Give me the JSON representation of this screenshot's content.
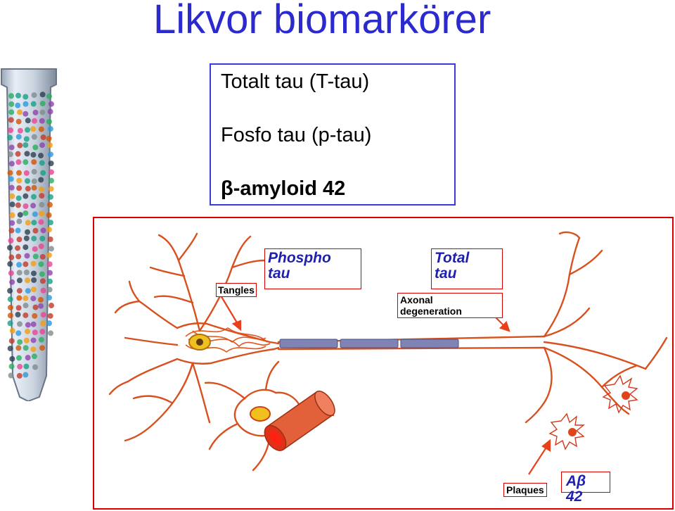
{
  "slide": {
    "title": "Likvor biomarkörer",
    "markers": [
      "Totalt tau (T-tau)",
      "Fosfo tau (p-tau)",
      "β-amyloid 42"
    ]
  },
  "diagram": {
    "labels": {
      "tangles": "Tangles",
      "phospho_tau": "Phospho\ntau",
      "total_tau": "Total\ntau",
      "axonal_degeneration": "Axonal\ndegeneration",
      "plaques": "Plaques",
      "abeta42": "Aβ 42"
    }
  },
  "colors": {
    "title": "#2a2ad0",
    "box_border": "#3a3ad6",
    "diagram_border": "#d40000",
    "neuron": "#d9501f",
    "label_blue": "#1f1fb0"
  }
}
